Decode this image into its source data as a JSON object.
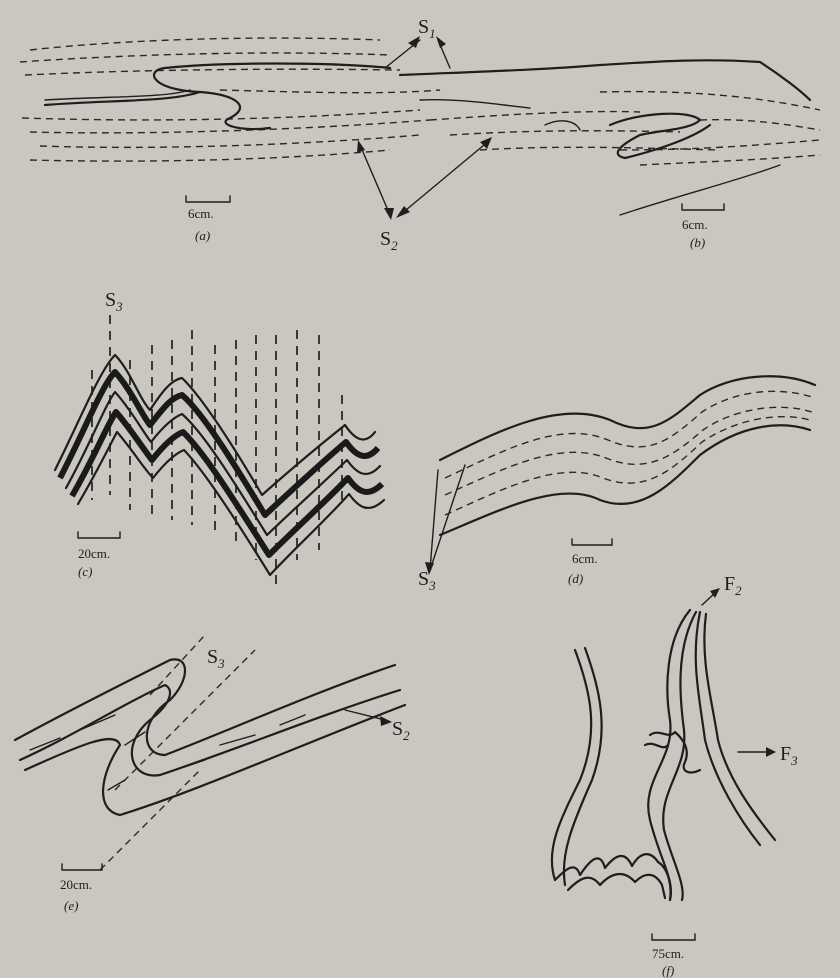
{
  "labels": {
    "s1": "S",
    "s1_sub": "1",
    "s2": "S",
    "s2_sub": "2",
    "s3_c": "S",
    "s3_c_sub": "3",
    "s3_d": "S",
    "s3_d_sub": "3",
    "s3_e": "S",
    "s3_e_sub": "3",
    "s2_e": "S",
    "s2_e_sub": "2",
    "f2": "F",
    "f2_sub": "2",
    "f3": "F",
    "f3_sub": "3"
  },
  "panels": {
    "a": {
      "caption": "(a)",
      "scale": "6cm."
    },
    "b": {
      "caption": "(b)",
      "scale": "6cm."
    },
    "c": {
      "caption": "(c)",
      "scale": "20cm."
    },
    "d": {
      "caption": "(d)",
      "scale": "6cm."
    },
    "e": {
      "caption": "(e)",
      "scale": "20cm."
    },
    "f": {
      "caption": "(f)",
      "scale": "75cm."
    }
  }
}
